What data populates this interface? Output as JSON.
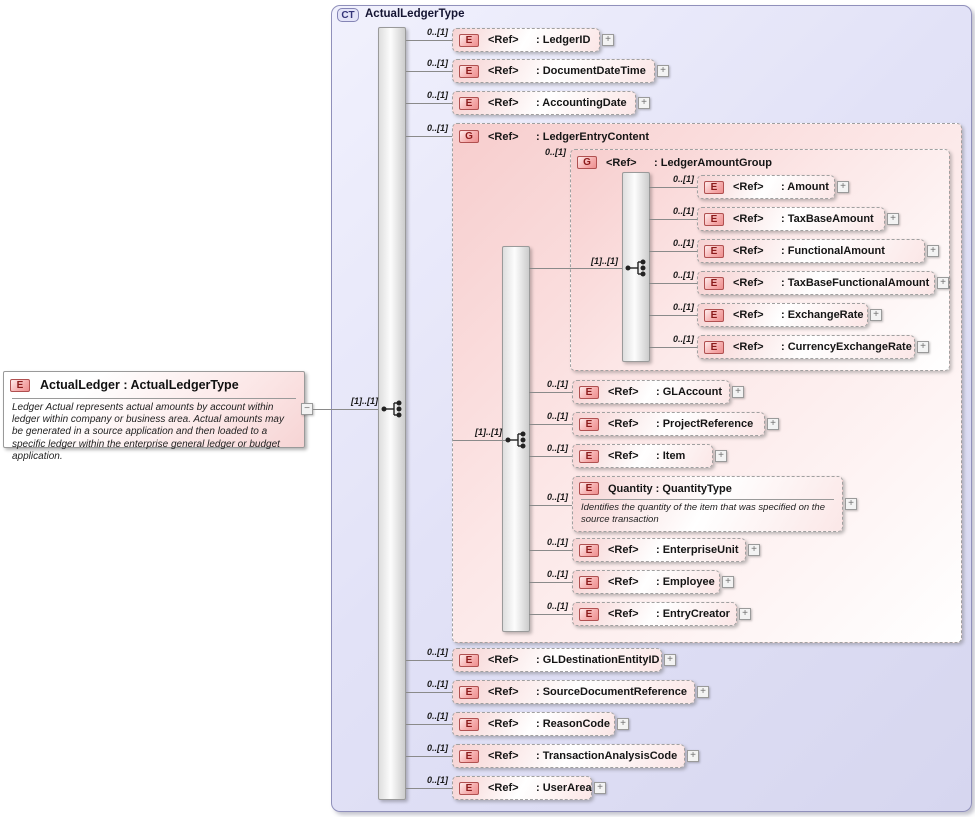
{
  "labels": {
    "ref": "<Ref>",
    "opt": "0..[1]",
    "seq": "[1]..[1]",
    "plus": "+",
    "minus": "−"
  },
  "badges": {
    "element": "E",
    "group": "G",
    "complex_type": "CT"
  },
  "complex_type": {
    "title": "ActualLedgerType"
  },
  "root": {
    "title": "ActualLedger : ActualLedgerType",
    "annotation": "Ledger Actual  represents actual amounts by account within ledger within company or business area.  Actual amounts may be generated in a source application and then loaded to a specific ledger within the enterprise general ledger or budget application."
  },
  "groups": {
    "ledger_entry_content": {
      "name": ": LedgerEntryContent"
    },
    "ledger_amount_group": {
      "name": ": LedgerAmountGroup"
    }
  },
  "elements": {
    "ledger_id": {
      "name": ": LedgerID"
    },
    "document_date_time": {
      "name": ": DocumentDateTime"
    },
    "accounting_date": {
      "name": ": AccountingDate"
    },
    "amount": {
      "name": ": Amount"
    },
    "tax_base_amount": {
      "name": ": TaxBaseAmount"
    },
    "functional_amount": {
      "name": ": FunctionalAmount"
    },
    "tax_base_functional_amount": {
      "name": ": TaxBaseFunctionalAmount"
    },
    "exchange_rate": {
      "name": ": ExchangeRate"
    },
    "currency_exchange_rate": {
      "name": ": CurrencyExchangeRate"
    },
    "gl_account": {
      "name": ": GLAccount"
    },
    "project_reference": {
      "name": ": ProjectReference"
    },
    "item": {
      "name": ": Item"
    },
    "enterprise_unit": {
      "name": ": EnterpriseUnit"
    },
    "employee": {
      "name": ": Employee"
    },
    "entry_creator": {
      "name": ": EntryCreator"
    },
    "gl_destination_entity_id": {
      "name": ": GLDestinationEntityID"
    },
    "source_document_reference": {
      "name": ": SourceDocumentReference"
    },
    "reason_code": {
      "name": ": ReasonCode"
    },
    "transaction_analysis_code": {
      "name": ": TransactionAnalysisCode"
    },
    "user_area": {
      "name": ": UserArea"
    }
  },
  "quantity": {
    "title": "Quantity : QuantityType",
    "annotation": "Identifies the quantity of the item that was specified on the source transaction"
  }
}
